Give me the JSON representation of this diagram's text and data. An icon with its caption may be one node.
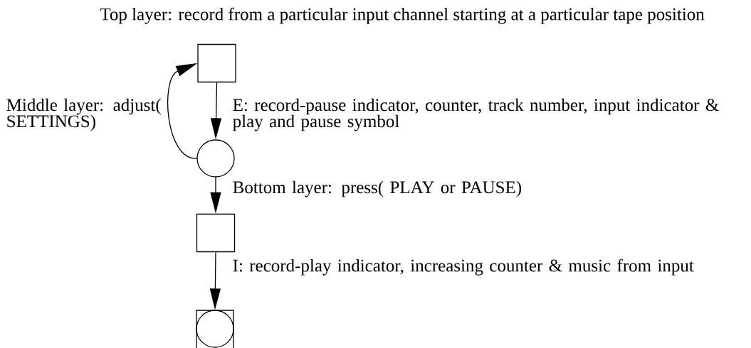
{
  "diagram": {
    "title": "Top layer: record from a particular input channel starting at a particular tape position",
    "nodes": [
      {
        "text": [],
        "shape": "box"
      },
      {
        "text": [],
        "shape": "circle"
      },
      {
        "text": [],
        "shape": "box"
      },
      {
        "text": [],
        "shape": "box"
      },
      {
        "text": [],
        "shape": "circle",
        "in": 3
      }
    ],
    "edges": [
      {
        "from": 0,
        "to": 1,
        "arrow": "to",
        "label": "E: record-pause indicator, counter, track number, input indicator & play and pause symbol"
      },
      {
        "from": 1,
        "to": 0,
        "arrow": "to",
        "label": "Middle layer: adjust( SETTINGS)"
      },
      {
        "from": 1,
        "to": 2,
        "arrow": "to",
        "label": "Bottom layer: press( PLAY or PAUSE)"
      },
      {
        "from": 2,
        "to": 3,
        "arrow": "to",
        "label": "I: record-play indicator, increasing counter & music from input"
      }
    ]
  }
}
